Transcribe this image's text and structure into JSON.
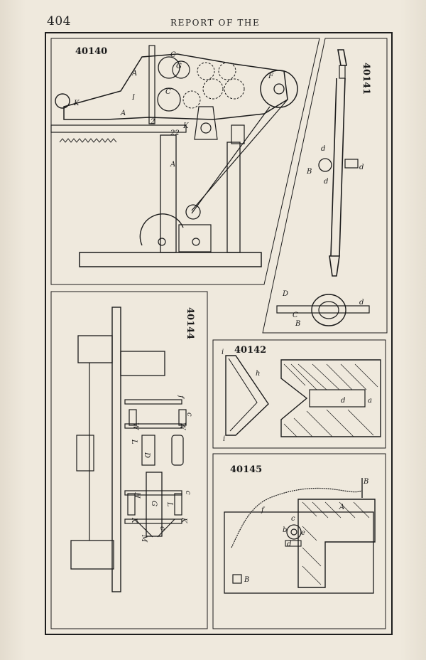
{
  "header": {
    "page_number": "404",
    "running_head": "REPORT OF THE"
  },
  "figures": [
    {
      "id": "40140",
      "letters": [
        "C",
        "G",
        "A",
        "F",
        "K",
        "I",
        "A",
        "C",
        "2",
        "22",
        "K",
        "A"
      ]
    },
    {
      "id": "40141",
      "letters": [
        "d",
        "d",
        "B",
        "d",
        "D",
        "C",
        "B",
        "d"
      ]
    },
    {
      "id": "40144",
      "letters": [
        "f",
        "c",
        "W",
        "W",
        "L",
        "D",
        "c",
        "H",
        "G",
        "L",
        "K",
        "K",
        "c",
        "M"
      ]
    },
    {
      "id": "40142",
      "letters": [
        "i",
        "h",
        "i",
        "d",
        "a"
      ]
    },
    {
      "id": "40145",
      "letters": [
        "B",
        "f",
        "A",
        "c",
        "b",
        "e",
        "d",
        "B"
      ]
    }
  ]
}
